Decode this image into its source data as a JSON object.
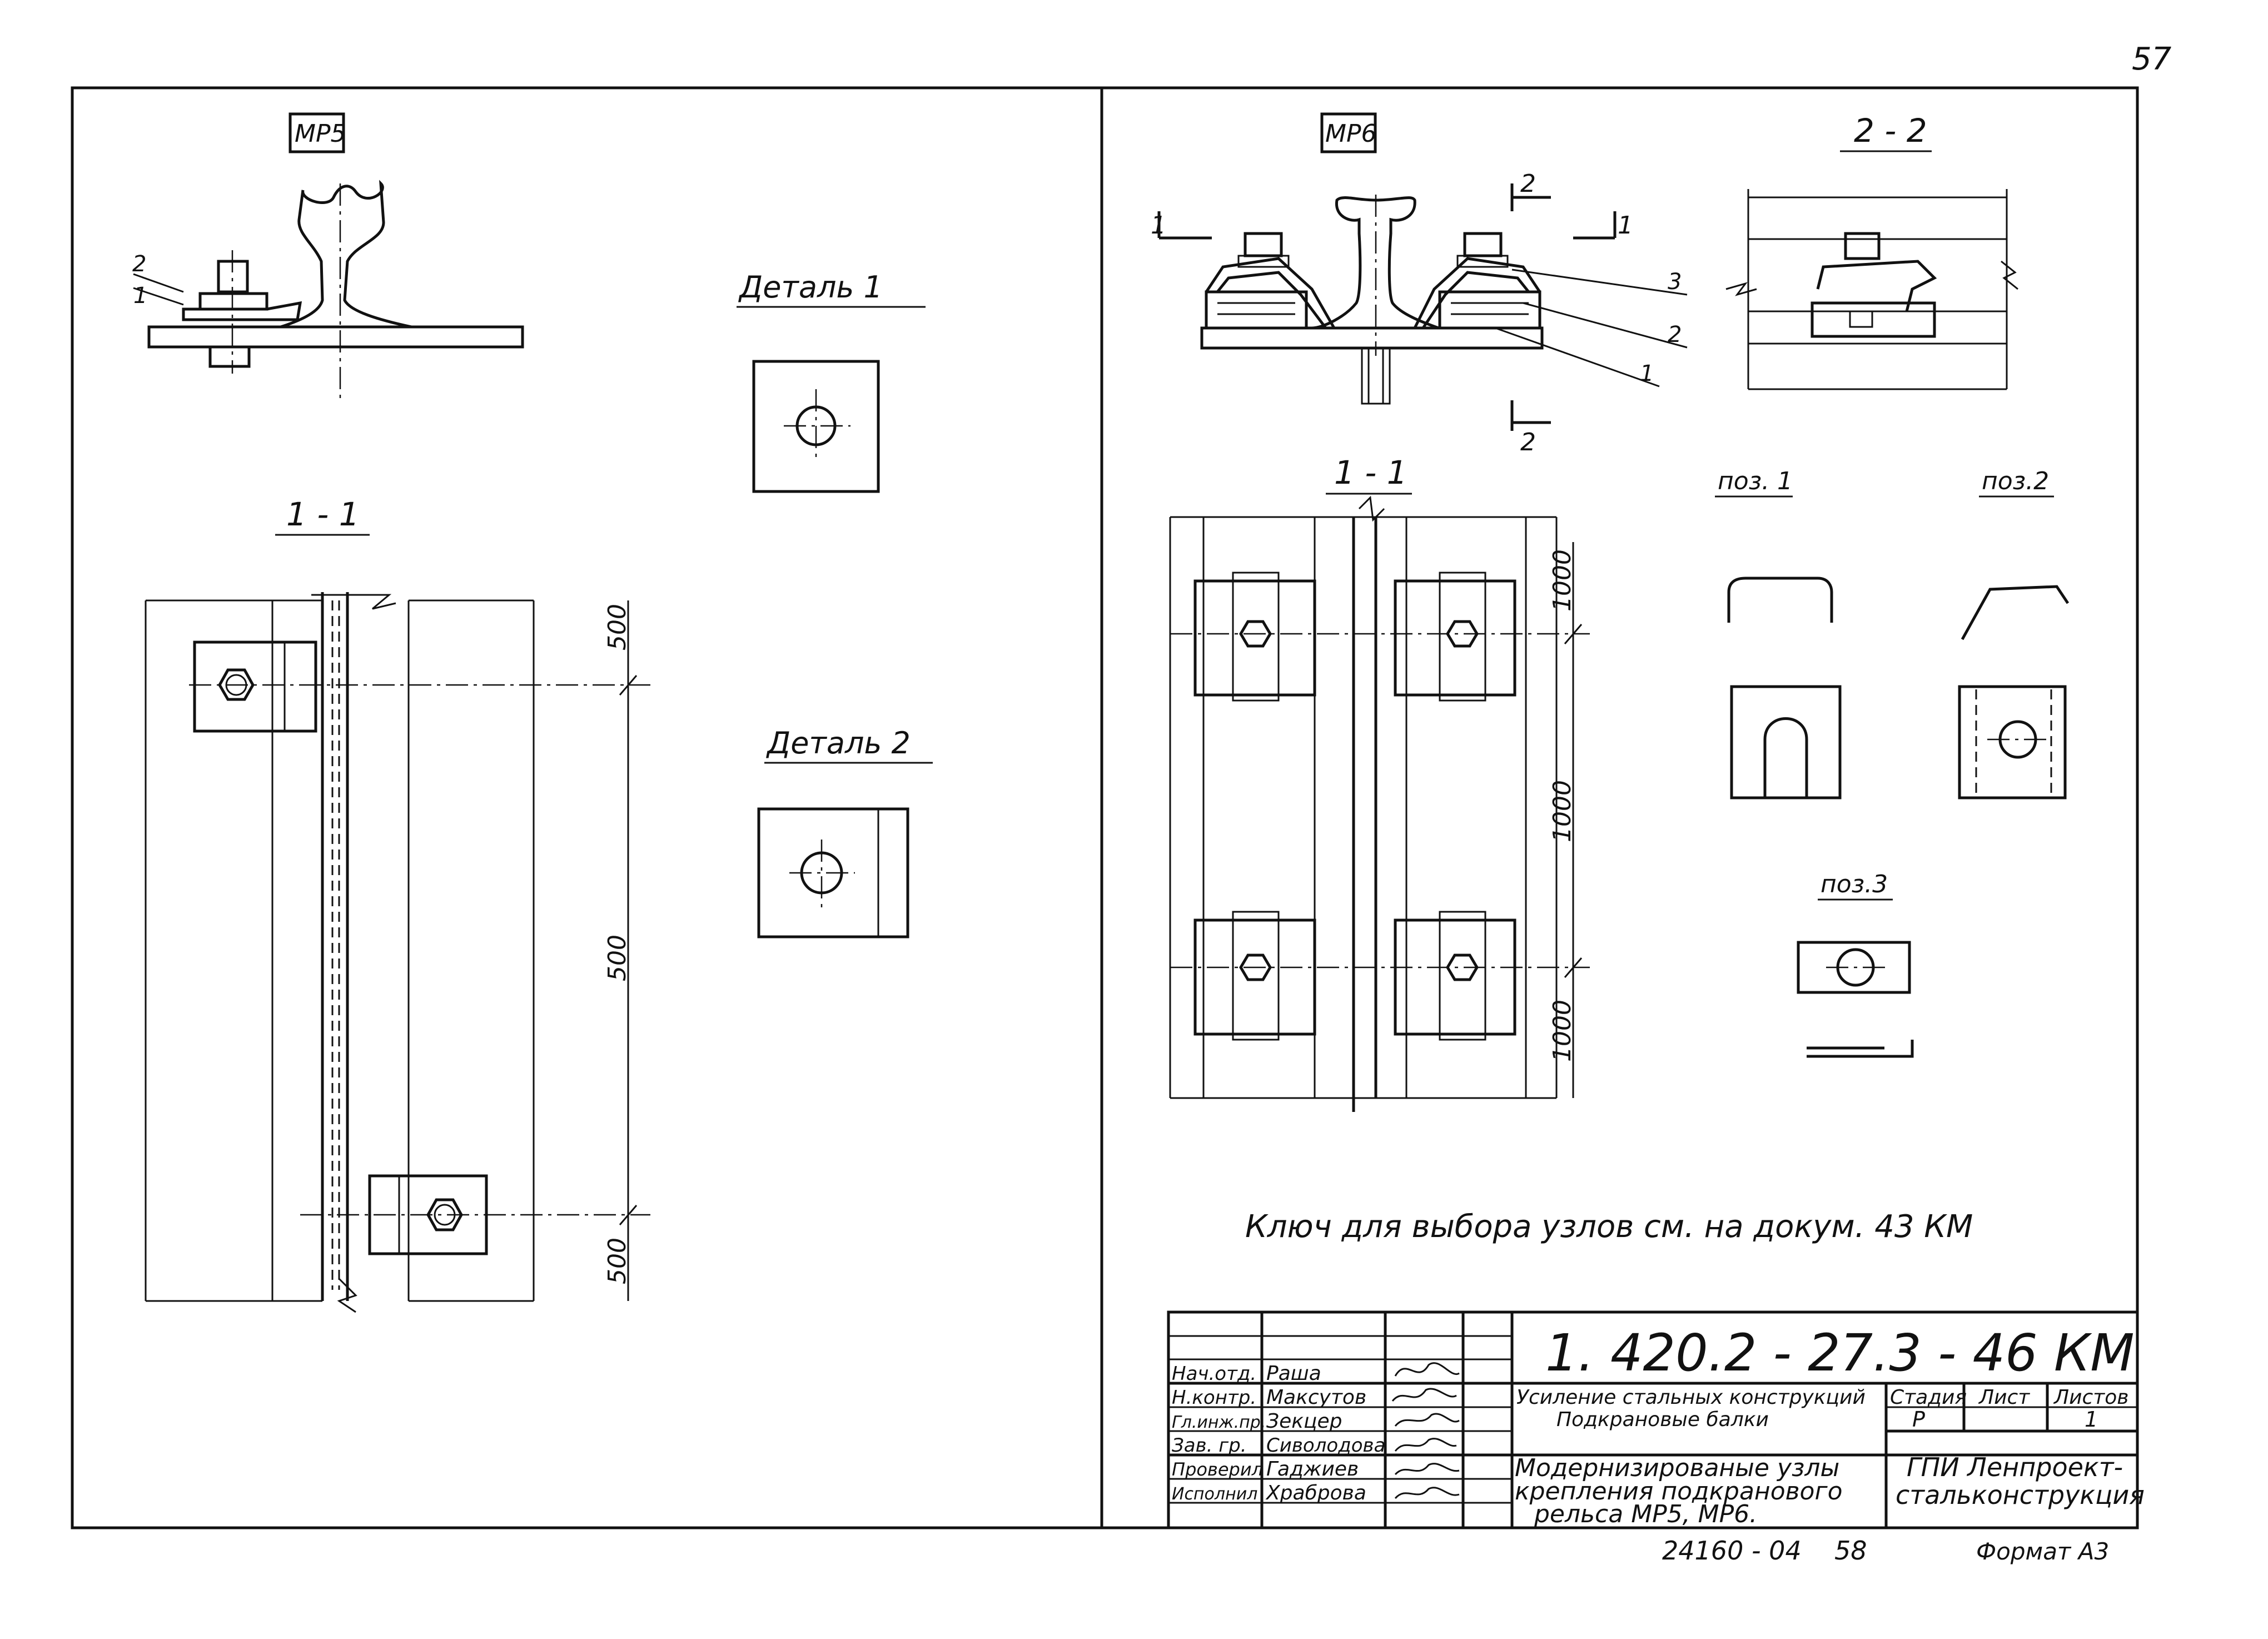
{
  "page_number": "57",
  "mr5": {
    "tag": "МР5",
    "callouts": [
      "2",
      "1"
    ],
    "detail1_title": "Деталь  1",
    "detail2_title": "Деталь  2",
    "section_title": "1 - 1",
    "dims": [
      "500",
      "500",
      "500"
    ]
  },
  "mr6": {
    "tag": "МР6",
    "section_mark": "1",
    "section_mark_right": "1",
    "cut_top": "2",
    "cut_bottom": "2",
    "callouts": [
      "3",
      "2",
      "1"
    ],
    "section22_title": "2 - 2",
    "section11_title": "1 - 1",
    "dims": [
      "1000",
      "1000",
      "1000"
    ],
    "pos1": "поз. 1",
    "pos2": "поз.2",
    "pos3": "поз.3"
  },
  "note": "Ключ  для  выбора  узлов  см.  на  докум.  43 КМ",
  "title_block": {
    "doc_code": "1. 420.2 - 27.3 - 46 КМ",
    "roles": [
      "Нач.отд.",
      "Н.контр.",
      "Гл.инж.пр.",
      "Зав. гр.",
      "Проверил",
      "Исполнил"
    ],
    "names": [
      "Раша",
      "Максутов",
      "Зекцер",
      "Сиволодова",
      "Гаджиев",
      "Храброва"
    ],
    "project_line1": "Усиление  стальных конструкций",
    "project_line2": "Подкрановые  балки",
    "stage_header": "Стадия",
    "sheet_header": "Лист",
    "sheets_header": "Листов",
    "stage_value": "Р",
    "sheets_value": "1",
    "drawing_title_1": "Модернизированые  узлы",
    "drawing_title_2": "крепления  подкранового",
    "drawing_title_3": "рельса  МР5, МР6.",
    "org_1": "ГПИ  Ленпроект-",
    "org_2": "стальконструкция"
  },
  "footer": {
    "archive": "24160 - 04",
    "sheet": "58",
    "format": "Формат А3"
  }
}
